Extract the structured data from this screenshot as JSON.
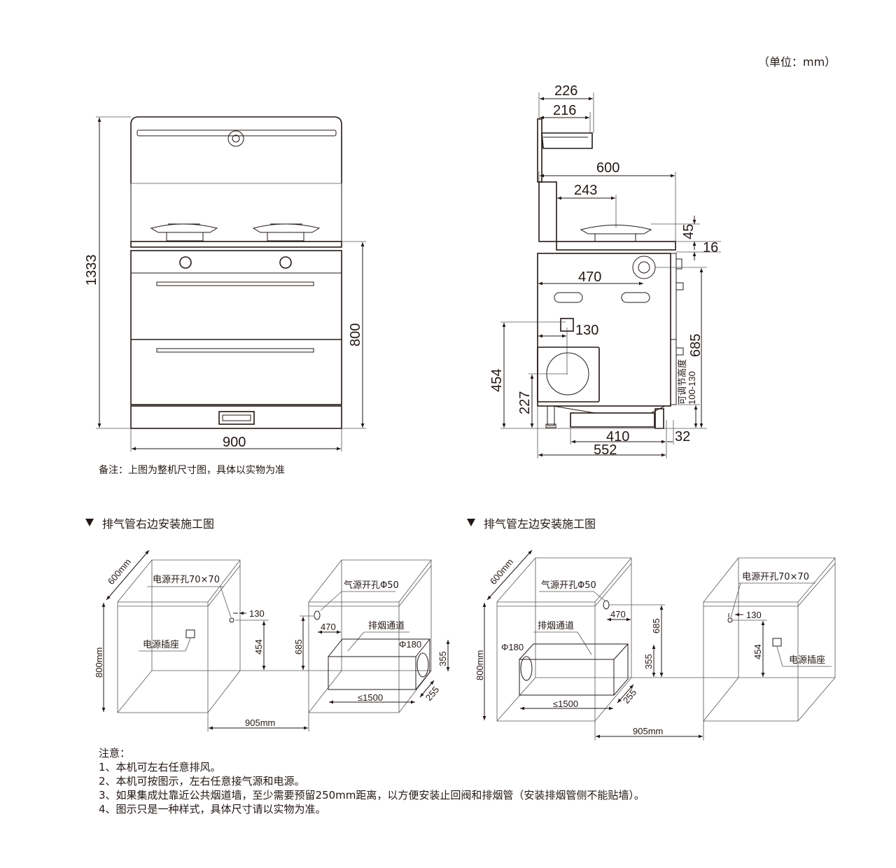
{
  "unit_label": "（单位：mm）",
  "front_view": {
    "height_total": "1333",
    "height_body": "800",
    "width": "900",
    "remark": "备注：上图为整机尺寸图，具体以实物为准"
  },
  "side_view": {
    "hood_depth_outer": "226",
    "hood_depth_inner": "216",
    "depth_total": "600",
    "burner_offset": "243",
    "burner_height": "45",
    "counter_thickness": "16",
    "gas_inlet_offset": "470",
    "power_offset": "130",
    "gas_inlet_height": "685",
    "power_height": "454",
    "exhaust_height": "227",
    "base_depth": "410",
    "foot_offset": "32",
    "body_depth": "552",
    "adjustable_label": "可调节高度",
    "adjustable_range": "100-130"
  },
  "install_right": {
    "title": "排气管右边安装施工图",
    "depth": "600mm",
    "height": "800mm",
    "power_hole": "电源开孔70×70",
    "power_offset": "130",
    "power_height": "454",
    "socket": "电源插座",
    "gas_hole": "气源开孔Φ50",
    "gas_height": "685",
    "gas_offset": "470",
    "duct": "排烟通道",
    "duct_diameter": "Φ180",
    "duct_height": "355",
    "duct_depth": "255",
    "duct_length": "≤1500",
    "spacing": "905mm"
  },
  "install_left": {
    "title": "排气管左边安装施工图",
    "depth": "600mm",
    "height": "800mm",
    "gas_hole": "气源开孔Φ50",
    "gas_offset": "470",
    "gas_height": "685",
    "duct": "排烟通道",
    "duct_diameter": "Φ180",
    "duct_height": "355",
    "duct_depth": "255",
    "duct_length": "≤1500",
    "power_hole": "电源开孔70×70",
    "power_offset": "130",
    "power_height": "454",
    "socket": "电源插座",
    "spacing": "905mm"
  },
  "notes": {
    "title": "注意：",
    "items": [
      "1、本机可左右任意排风。",
      "2、本机可按图示，左右任意接气源和电源。",
      "3、如果集成灶靠近公共烟道墙，至少需要预留250mm距离，以方便安装止回阀和排烟管（安装排烟管侧不能贴墙）。",
      "4、图示只是一种样式，具体尺寸请以实物为准。"
    ]
  }
}
